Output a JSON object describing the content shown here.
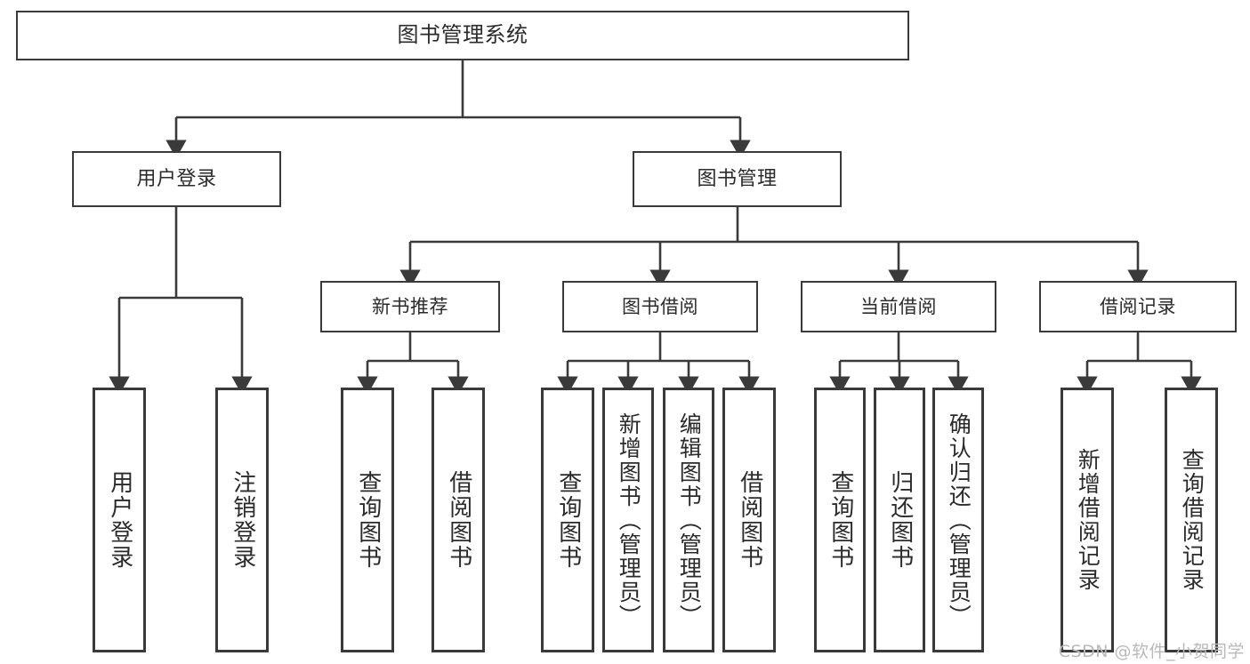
{
  "diagram": {
    "type": "tree-hierarchy",
    "title": "图书管理系统",
    "watermark": "CSDN @软件_小贺同学",
    "colors": {
      "border": "#3a3a3a",
      "background": "#ffffff",
      "text": "#2b2b2b",
      "watermark": "#b9b9b9"
    },
    "nodes": {
      "root": {
        "label": "图书管理系统"
      },
      "level2": [
        {
          "label": "用户登录"
        },
        {
          "label": "图书管理"
        }
      ],
      "level3": [
        {
          "label": "新书推荐"
        },
        {
          "label": "图书借阅"
        },
        {
          "label": "当前借阅"
        },
        {
          "label": "借阅记录"
        }
      ],
      "leaves": {
        "user_login": [
          {
            "label": "用户登录"
          },
          {
            "label": "注销登录"
          }
        ],
        "new_book_recommend": [
          {
            "label": "查询图书"
          },
          {
            "label": "借阅图书"
          }
        ],
        "book_borrow": [
          {
            "label": "查询图书"
          },
          {
            "label": "新增图书（管理员）"
          },
          {
            "label": "编辑图书（管理员）"
          },
          {
            "label": "借阅图书"
          }
        ],
        "current_borrow": [
          {
            "label": "查询图书"
          },
          {
            "label": "归还图书"
          },
          {
            "label": "确认归还（管理员）"
          }
        ],
        "borrow_record": [
          {
            "label": "新增借阅记录"
          },
          {
            "label": "查询借阅记录"
          }
        ]
      }
    }
  }
}
